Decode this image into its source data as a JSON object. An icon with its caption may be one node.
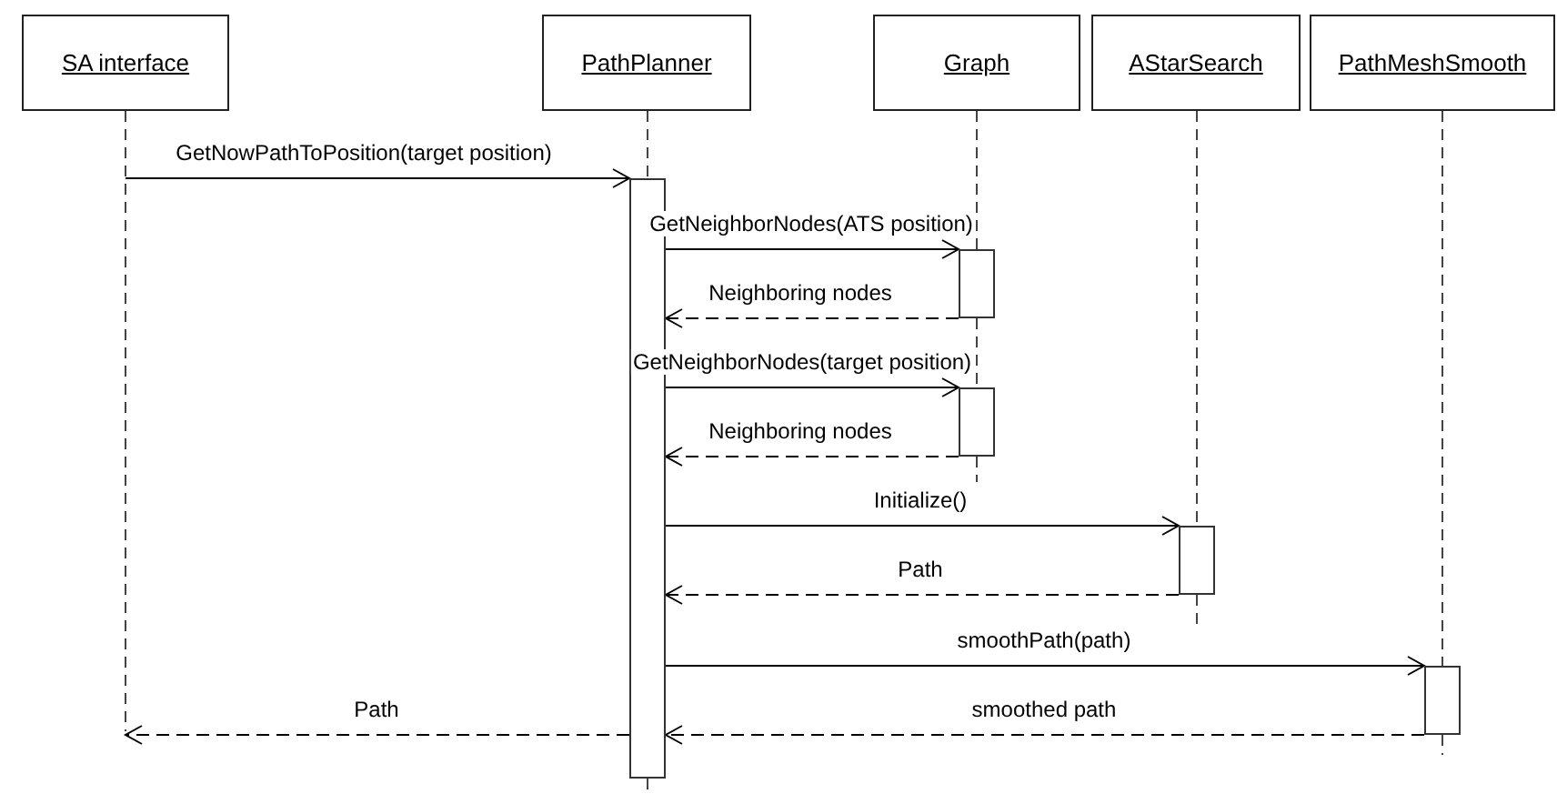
{
  "diagram": {
    "nodes": [
      {
        "text": [
          "SA interface"
        ]
      },
      {
        "text": [
          "PathPlanner"
        ]
      },
      {
        "text": [
          "Graph"
        ]
      },
      {
        "text": [
          "AStarSearch"
        ]
      },
      {
        "text": [
          "PathMeshSmooth"
        ]
      },
      {
        "text": [],
        "shape": "bar"
      },
      {
        "text": [],
        "shape": "bar"
      },
      {
        "text": [],
        "shape": "bar"
      },
      {
        "text": [],
        "shape": "bar"
      },
      {
        "text": [],
        "shape": "bar"
      }
    ],
    "edges": [
      {
        "from": null,
        "to": 5,
        "arrow": "to",
        "label": "GetNowPathToPosition(target position)"
      },
      {
        "from": 5,
        "to": 6,
        "arrow": "to",
        "label": "GetNeighborNodes(ATS position)"
      },
      {
        "from": 6,
        "to": 5,
        "arrow": "to",
        "label": "Neighboring nodes",
        "style": "dashed"
      },
      {
        "from": 5,
        "to": 7,
        "arrow": "to",
        "label": "GetNeighborNodes(target position)"
      },
      {
        "from": 7,
        "to": 5,
        "arrow": "to",
        "label": "Neighboring nodes",
        "style": "dashed"
      },
      {
        "from": 5,
        "to": 8,
        "arrow": "to",
        "label": "Initialize()"
      },
      {
        "from": 8,
        "to": 5,
        "arrow": "to",
        "label": "Path",
        "style": "dashed"
      },
      {
        "from": 5,
        "to": 9,
        "arrow": "to",
        "label": "smoothPath(path)"
      },
      {
        "from": 9,
        "to": 5,
        "arrow": "to",
        "label": "smoothed path",
        "style": "dashed"
      },
      {
        "from": 5,
        "to": null,
        "arrow": "to",
        "label": "Path",
        "style": "dashed"
      },
      {
        "from": 0,
        "to": null,
        "arrow": "none",
        "style": "dashed"
      },
      {
        "from": 1,
        "to": 5,
        "arrow": "none",
        "style": "dashed"
      },
      {
        "from": 5,
        "to": null,
        "arrow": "none",
        "style": "dashed"
      },
      {
        "from": 2,
        "to": 6,
        "arrow": "none",
        "style": "dashed"
      },
      {
        "from": 6,
        "to": 7,
        "arrow": "none",
        "style": "dashed"
      },
      {
        "from": 7,
        "to": null,
        "arrow": "none",
        "style": "dashed"
      },
      {
        "from": 3,
        "to": 8,
        "arrow": "none",
        "style": "dashed"
      },
      {
        "from": 8,
        "to": null,
        "arrow": "none",
        "style": "dashed"
      },
      {
        "from": 4,
        "to": 9,
        "arrow": "none",
        "style": "dashed"
      },
      {
        "from": 9,
        "to": null,
        "arrow": "none",
        "style": "dashed"
      }
    ]
  }
}
